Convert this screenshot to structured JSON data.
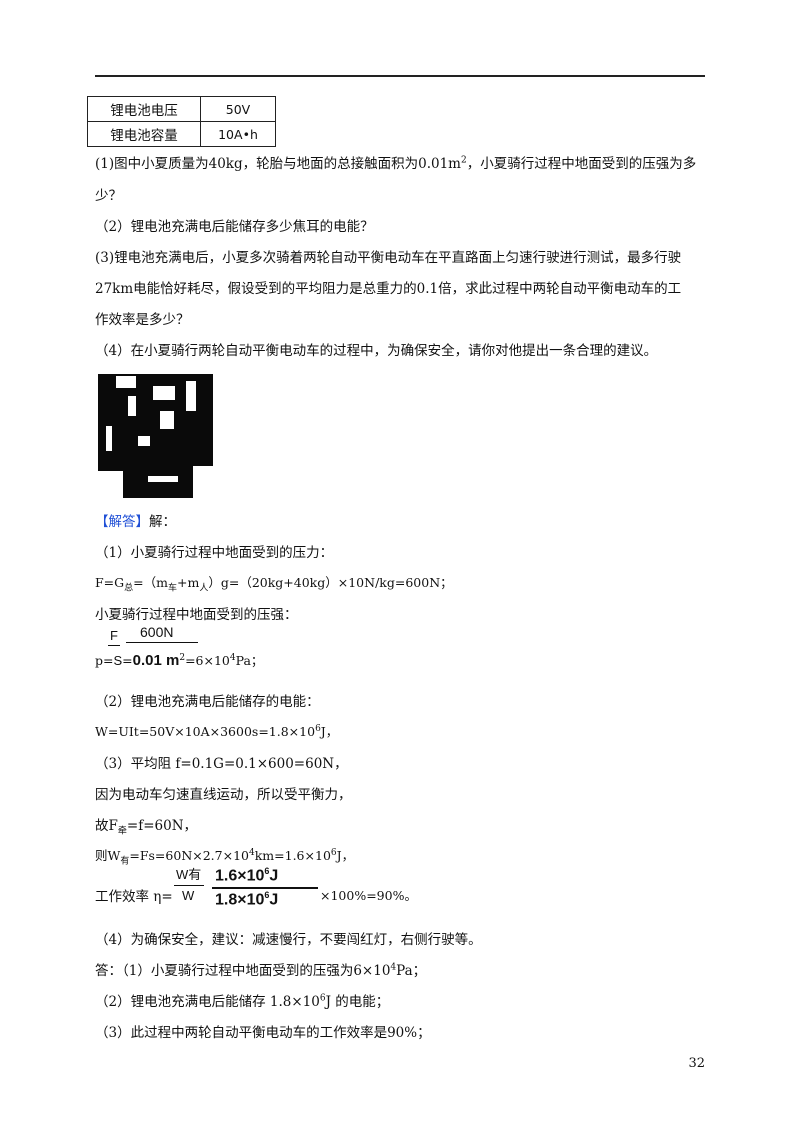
{
  "table": [
    {
      "key": "锂电池电压",
      "value": "50V"
    },
    {
      "key": "锂电池容量",
      "value": "10A•h"
    }
  ],
  "questions": {
    "q1a": "(1)图中小夏质量为40kg，轮胎与地面的总接触面积为0.01m",
    "q1a_sup": "2",
    "q1a_tail": "，小夏骑行过程中地面受到的压强为多",
    "q1b": "少？",
    "q2": "（2）锂电池充满电后能储存多少焦耳的电能？",
    "q3a": "(3)锂电池充满电后，小夏多次骑着两轮自动平衡电动车在平直路面上匀速行驶进行测试，最多行驶",
    "q3b": "27km电能恰好耗尽，假设受到的平均阻力是总重力的0.1倍，求此过程中两轮自动平衡电动车的工",
    "q3c": "作效率是多少？",
    "q4": "（4）在小夏骑行两轮自动平衡电动车的过程中，为确保安全，请你对他提出一条合理的建议。"
  },
  "answer": {
    "tag": "【解答】",
    "tag_tail": "解：",
    "a1": "（1）小夏骑行过程中地面受到的压力：",
    "a2_pre": "F=G",
    "a2_sub1": "总",
    "a2_mid": "=（m",
    "a2_sub2": "车",
    "a2_mid2": "+m",
    "a2_sub3": "人",
    "a2_tail": "）g=（20kg+40kg）×10N/kg=600N；",
    "a3": "小夏骑行过程中地面受到的压强：",
    "p_num_left": "F",
    "p_num_right": "600N",
    "p_lhs": "p=",
    "p_den_left": "S",
    "p_den_right": "0.01 m",
    "p_den_sup": "2",
    "p_result": "=6×10",
    "p_result_sup": "4",
    "p_unit": "Pa；",
    "a4": "（2）锂电池充满电后能储存的电能：",
    "a5": "W=UIt=50V×10A×3600s=1.8×10",
    "a5_sup": "6",
    "a5_tail": "J，",
    "a6": "（3）平均阻 f=0.1G=0.1×600=60N，",
    "a7": "因为电动车匀速直线运动，所以受平衡力，",
    "a8_pre": "故F",
    "a8_sub": "牵",
    "a8_tail": "=f=60N，",
    "a9_pre": "则W",
    "a9_sub": "有",
    "a9_mid": "=Fs=60N×2.7×10",
    "a9_sup": "4",
    "a9_mid2": "km=1.6×10",
    "a9_sup2": "6",
    "a9_tail": "J，",
    "eff_lhs": "工作效率 η=",
    "eff_num_left": "W有",
    "eff_num_right": "1.6×10",
    "eff_num_sup": "6",
    "eff_num_unit": "J",
    "eff_den_left": "W",
    "eff_den_right": "1.8×10",
    "eff_den_sup": "6",
    "eff_den_unit": "J",
    "eff_tail": "×100%=90%。",
    "a10": "（4）为确保安全，建议：减速慢行，不要闯红灯，右侧行驶等。",
    "ans1_pre": "答：（1）小夏骑行过程中地面受到的压强为6×10",
    "ans1_sup": "4",
    "ans1_tail": "Pa；",
    "ans2_pre": "（2）锂电池充满电后能储存 1.8×10",
    "ans2_sup": "6",
    "ans2_tail": "J 的电能；",
    "ans3": "（3）此过程中两轮自动平衡电动车的工作效率是90%；"
  },
  "page_number": "32",
  "colors": {
    "accent": "#1f4fd6"
  }
}
